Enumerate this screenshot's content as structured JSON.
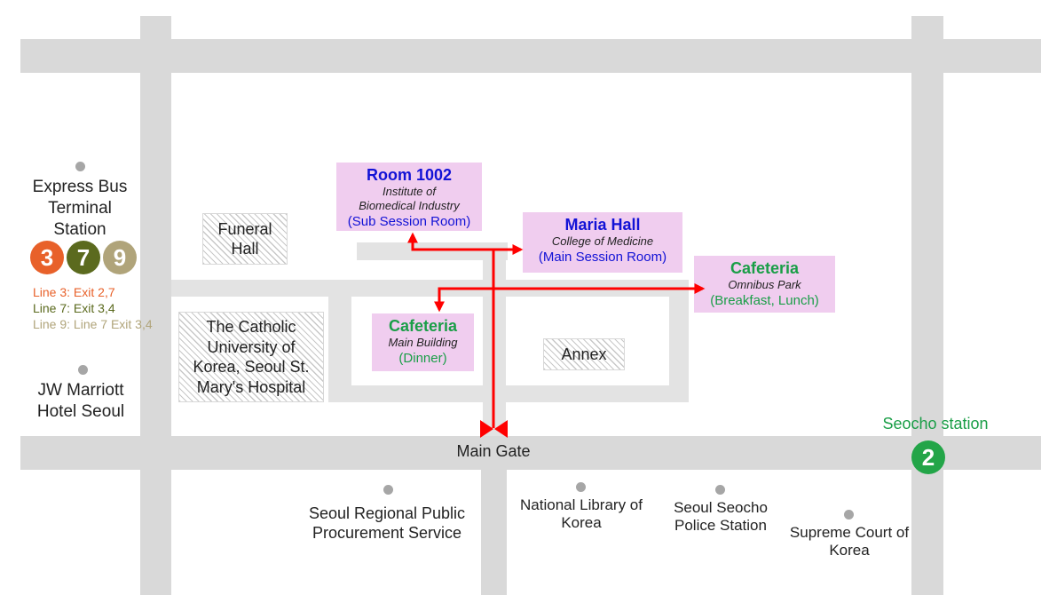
{
  "colors": {
    "road": "#d9d9d9",
    "building_card": "#f0cdef",
    "route_arrow": "#ff0000",
    "title_blue": "#1212d6",
    "title_green": "#1a9e47",
    "line3": "#e8612a",
    "line7": "#5b6a1e",
    "line9": "#b0a47a",
    "line2": "#23a548"
  },
  "left_side": {
    "express_bus": "Express Bus Terminal Station",
    "subway_lines": [
      "3",
      "7",
      "9"
    ],
    "exits": [
      "Line 3: Exit 2,7",
      "Line 7: Exit 3,4",
      "Line 9: Line 7 Exit 3,4"
    ],
    "jw_marriott": "JW Marriott Hotel Seoul"
  },
  "campus": {
    "funeral_hall": "Funeral Hall",
    "hospital": "The Catholic University of Korea, Seoul St. Mary's Hospital",
    "annex": "Annex",
    "main_gate": "Main Gate"
  },
  "cards": {
    "room1002": {
      "title": "Room 1002",
      "subtitle": "Institute of Biomedical Industry",
      "role": "(Sub Session Room)"
    },
    "maria_hall": {
      "title": "Maria Hall",
      "subtitle": "College of Medicine",
      "role": "(Main Session Room)"
    },
    "cafeteria_omnibus": {
      "title": "Cafeteria",
      "subtitle": "Omnibus Park",
      "role": "(Breakfast, Lunch)"
    },
    "cafeteria_main": {
      "title": "Cafeteria",
      "subtitle": "Main Building",
      "role": "(Dinner)"
    }
  },
  "right_side": {
    "seocho_station": "Seocho station",
    "line2": "2"
  },
  "bottom": {
    "procurement": "Seoul Regional Public Procurement Service",
    "library": "National Library of Korea",
    "police": "Seoul Seocho Police Station",
    "court": "Supreme Court of Korea"
  }
}
